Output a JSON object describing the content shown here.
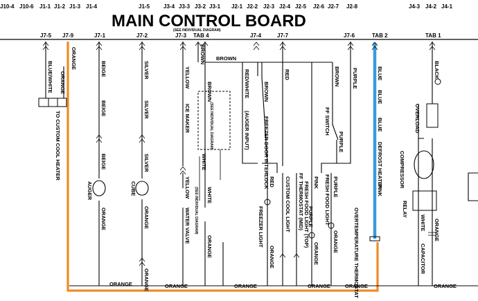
{
  "title": "MAIN CONTROL BOARD",
  "subtitle": "(SEE INDIVIDUAL DIAGRAM)",
  "top_pins": [
    "J10-4",
    "J10-6",
    "J1-1",
    "J1-2",
    "J1-3",
    "J1-4",
    "J1-5",
    "J3-4",
    "J3-3",
    "J3-2",
    "J3-1",
    "J2-1",
    "J2-2",
    "J2-3",
    "J2-4",
    "J2-5",
    "J2-6",
    "J2-7",
    "J2-8",
    "J4-3",
    "J4-2",
    "J4-1"
  ],
  "connectors": [
    "J7-5",
    "J7-9",
    "J7-1",
    "J7-2",
    "J7-3",
    "TAB 4",
    "J7-4",
    "J7-7",
    "J7-6",
    "TAB 2",
    "TAB 1"
  ],
  "wires": {
    "orange": "ORANGE",
    "blue_white": "BLUE/WHITE",
    "beige": "BEIGE",
    "silver": "SILVER",
    "yellow": "YELLOW",
    "brown": "BROWN",
    "red_white": "RED/WHITE",
    "red": "RED",
    "purple": "PURPLE",
    "blue": "BLUE",
    "black": "BLACK",
    "white": "WHITE",
    "pink": "PINK"
  },
  "components": {
    "custom_cool_heater": "TO CUSTOM COOL HEATER",
    "auger": "AUGER",
    "cube": "CUBE",
    "ice_maker": "ICE MAKER",
    "ice_maker_note": "(SEE INDIVIDUAL DIAGRAM)",
    "water_valve": "WATER VALVE",
    "water_valve_note": "(SEE INDIVIDUAL DIAGRAM)",
    "auger_input": "(AUGER INPUT)",
    "freezer_door_interlock": "FREEZER DOOR INTERLOCK",
    "freezer_light": "FREEZER LIGHT",
    "custom_cool_light": "CUSTOM COOL LIGHT",
    "ff_thermostat": "FF THERMOSTAT (MID)",
    "fresh_food_light_top": "FRESH FOOD LIGHT (TOP)",
    "ff_switch": "FF SWITCH",
    "fresh_food_light": "FRESH FOOD LIGHT",
    "defrost_heater": "DEFROST HEATER",
    "overtemperature_thermostat": "OVERTEMPERATURE THERMOSTAT",
    "overload": "OVERLOAD",
    "compressor": "COMPRESSOR",
    "relay": "RELAY",
    "capacitor": "CAPACITOR"
  },
  "colors": {
    "orange_wire": "#f08a24",
    "blue_wire": "#3a9ad9",
    "line": "#000000",
    "background": "#ffffff"
  }
}
